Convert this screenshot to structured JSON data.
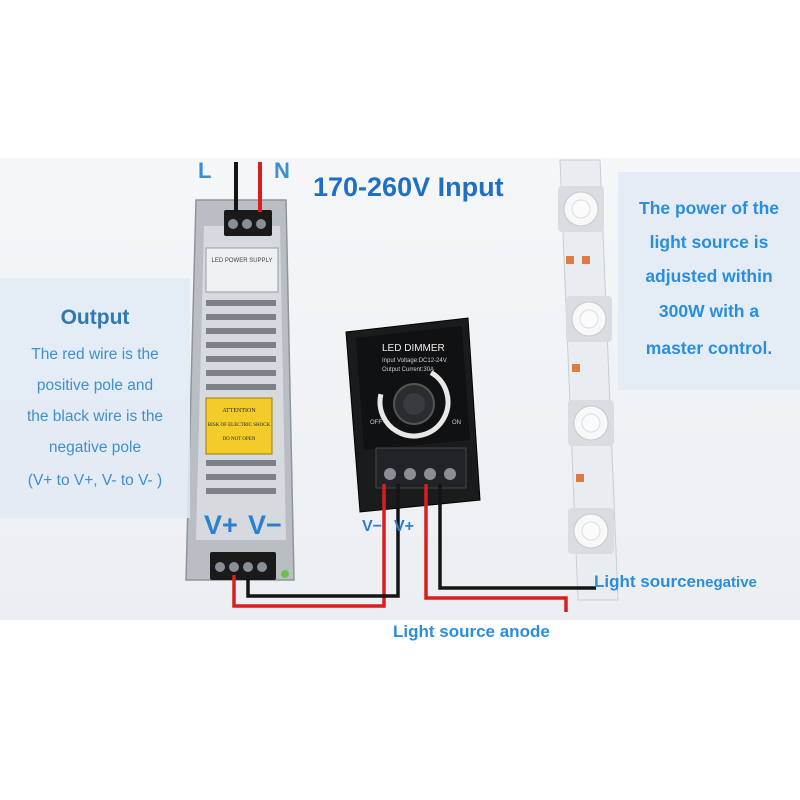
{
  "input_title": "170-260V Input",
  "wire_labels": {
    "live": "L",
    "neutral": "N"
  },
  "output_panel": {
    "heading": "Output",
    "lines": [
      "The red wire is the",
      "positive pole and",
      "the black wire is the",
      "negative pole",
      "(V+ to V+, V- to V- )"
    ]
  },
  "power_panel": {
    "lines": [
      "The power of the",
      "light source is",
      "adjusted within",
      "300W with a",
      "master control."
    ]
  },
  "supply": {
    "v_plus": "V+",
    "v_minus": "V−",
    "label_title": "LED POWER SUPPLY",
    "attention": "ATTENTION",
    "warning_1": "RISK OF ELECTRIC SHOCK",
    "warning_2": "DO NOT OPEN"
  },
  "dimmer": {
    "title": "LED DIMMER",
    "input_voltage": "Input Voltage:DC12-24V",
    "output_current": "Output Current:30A",
    "off": "OFF",
    "on": "ON",
    "v_minus": "V−",
    "v_plus": "V+"
  },
  "light_source": {
    "negative_main": "Light source",
    "negative_suffix": "negative",
    "anode": "Light source anode"
  },
  "colors": {
    "red_wire": "#d81e1e",
    "black_wire": "#141414",
    "label_blue": "#2a8ee0",
    "title_blue": "#1f6fc4"
  }
}
